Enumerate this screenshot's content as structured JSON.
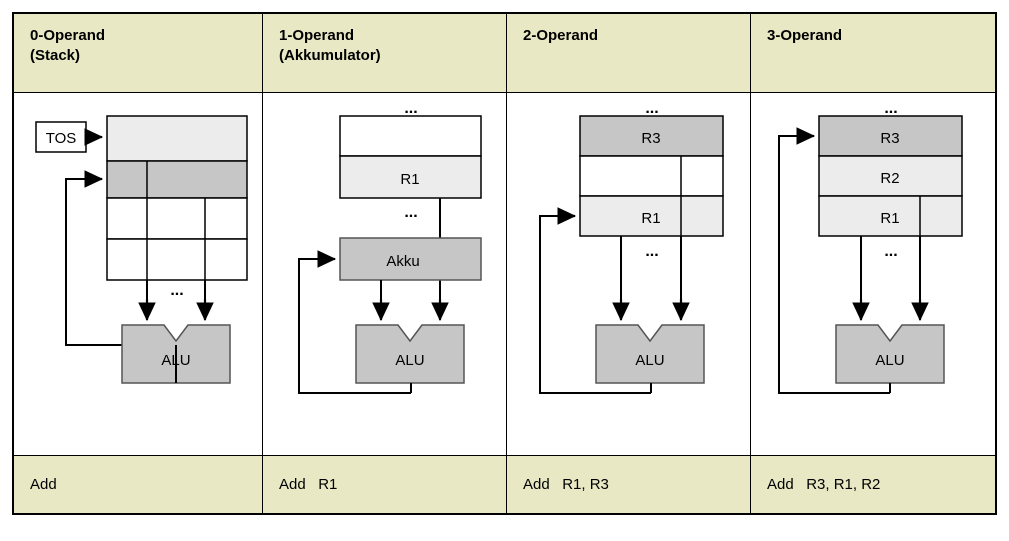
{
  "figure": {
    "title": "Operand-count instruction formats",
    "colors": {
      "header_bg": "#e8e8c4",
      "footer_bg": "#e8e8c4",
      "border": "#000000",
      "fill_light": "#ececec",
      "fill_medium": "#c6c6c6",
      "fill_white": "#ffffff",
      "page_bg": "#ffffff"
    }
  },
  "columns": [
    {
      "header_line1": "0-Operand",
      "header_line2": "(Stack)",
      "instruction": "Add",
      "labels": {
        "pointer": "TOS",
        "alu": "ALU",
        "ellipsis_top": "",
        "ellipsis_bottom": "..."
      },
      "storage_rows": [
        "",
        "",
        "",
        ""
      ]
    },
    {
      "header_line1": "1-Operand",
      "header_line2": "(Akkumulator)",
      "instruction": "Add   R1",
      "labels": {
        "accumulator": "Akku",
        "alu": "ALU",
        "ellipsis_top": "...",
        "ellipsis_bottom": "..."
      },
      "storage_rows": [
        "",
        "R1"
      ]
    },
    {
      "header_line1": "2-Operand",
      "header_line2": "",
      "instruction": "Add   R1, R3",
      "labels": {
        "alu": "ALU",
        "ellipsis_top": "...",
        "ellipsis_bottom": "..."
      },
      "storage_rows": [
        "R3",
        "",
        "R1"
      ]
    },
    {
      "header_line1": "3-Operand",
      "header_line2": "",
      "instruction": "Add   R3, R1, R2",
      "labels": {
        "alu": "ALU",
        "ellipsis_top": "...",
        "ellipsis_bottom": "..."
      },
      "storage_rows": [
        "R3",
        "R2",
        "R1"
      ]
    }
  ]
}
